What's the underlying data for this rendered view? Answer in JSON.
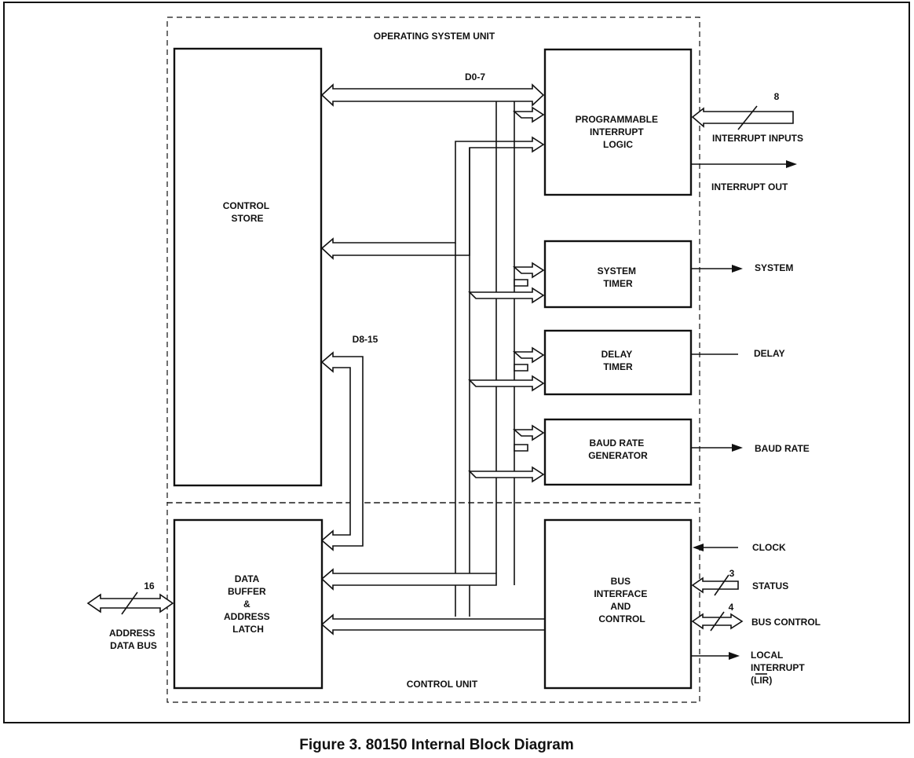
{
  "units": {
    "os_unit": "OPERATING SYSTEM UNIT",
    "control_unit": "CONTROL UNIT"
  },
  "blocks": {
    "control_store": [
      "CONTROL",
      "STORE"
    ],
    "pil": [
      "PROGRAMMABLE",
      "INTERRUPT",
      "LOGIC"
    ],
    "system_timer": [
      "SYSTEM",
      "TIMER"
    ],
    "delay_timer": [
      "DELAY",
      "TIMER"
    ],
    "baud_gen": [
      "BAUD RATE",
      "GENERATOR"
    ],
    "data_buffer": [
      "DATA",
      "BUFFER",
      "&",
      "ADDRESS",
      "LATCH"
    ],
    "bus_interface": [
      "BUS",
      "INTERFACE",
      "AND",
      "CONTROL"
    ]
  },
  "bus_labels": {
    "d0_7": "D0-7",
    "d8_15": "D8-15"
  },
  "signals": {
    "int_width": "8",
    "int_inputs": "INTERRUPT INPUTS",
    "int_out": "INTERRUPT OUT",
    "system": "SYSTEM",
    "delay": "DELAY",
    "baud_rate": "BAUD RATE",
    "clock": "CLOCK",
    "status_width": "3",
    "status": "STATUS",
    "bus_ctrl_width": "4",
    "bus_control": "BUS CONTROL",
    "lir": [
      "LOCAL",
      "INTERRUPT",
      "(LIR)"
    ],
    "addr_width": "16",
    "addr_bus": [
      "ADDRESS",
      "DATA BUS"
    ]
  },
  "caption": "Figure 3.  80150 Internal Block Diagram"
}
